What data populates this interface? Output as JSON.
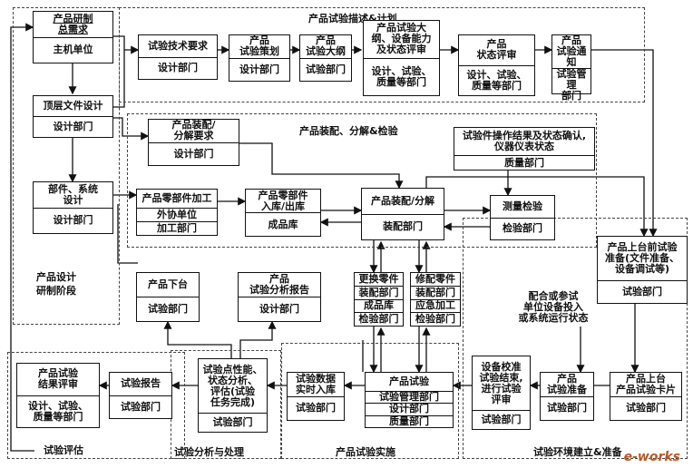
{
  "regions": {
    "plan": "产品试验描述&计划",
    "assembly": "产品装配、分解&检验",
    "design": "产品设计\n研制阶段",
    "evaluation": "试验评估",
    "analysis": "试验分析与处理",
    "execution": "产品试验实施",
    "environment": "试验环境建立&准备"
  },
  "boxes": {
    "demand": {
      "title": "产品研制\n总需求",
      "sub": "主机单位"
    },
    "toplevel": {
      "title": "顶层文件设计",
      "sub": "设计部门"
    },
    "component": {
      "title": "部件、系统\n设计",
      "sub": "设计部门"
    },
    "tech_req": {
      "title": "试验技术要求",
      "sub": "设计部门"
    },
    "plan": {
      "title": "产品\n试验策划",
      "sub": "设计部门"
    },
    "outline": {
      "title": "产品\n试验大纲",
      "sub": "试验部门"
    },
    "big_outline": {
      "title": "产品试验大\n纲、设备能力\n及状态评审",
      "sub": "设计、试验、\n质量等部门"
    },
    "status_review": {
      "title": "产品\n状态评审",
      "sub": "设计、试验、\n质量等部门"
    },
    "notice": {
      "title": "产品\n试验通知",
      "sub": "试验管理\n部门"
    },
    "assembly_req": {
      "title": "产品装配/\n分解要求",
      "sub": "设计部门"
    },
    "confirm": {
      "title": "试验件操作结果及状态确认,\n仪器仪表状态",
      "sub": "质量部门"
    },
    "parts_process": {
      "title": "产品零部件加工",
      "subs": [
        "外协单位",
        "加工部门"
      ]
    },
    "parts_store": {
      "title": "产品零部件\n入库/出库",
      "sub": "成品库"
    },
    "assemble": {
      "title": "产品装配/分解",
      "sub": "装配部门"
    },
    "measure": {
      "title": "测量检验",
      "sub": "检验部门"
    },
    "replace": {
      "title": "更换零件",
      "subs": [
        "装配部门",
        "成品库",
        "检验部门"
      ]
    },
    "repair": {
      "title": "修配零件",
      "subs": [
        "装配部门",
        "应急加工",
        "检验部门"
      ]
    },
    "prepare": {
      "title": "产品上台前试验\n准备(文件准备、\n设备调试等)",
      "sub": "试验部门"
    },
    "cooperate": {
      "title": "配合或参试\n单位设备投入\n或系统运行状态"
    },
    "offstage": {
      "title": "产品下台",
      "sub": "试验部门"
    },
    "analysis_report": {
      "title": "产品\n试验分析报告",
      "sub": "设计部门"
    },
    "result_review": {
      "title": "产品试验\n结果评审",
      "sub": "设计、试验、\n质量等部门"
    },
    "report": {
      "title": "试验报告",
      "sub": "试验部门"
    },
    "perf_analysis": {
      "title": "试验点性能、\n状态分析、\n评估(试验\n任务完成)",
      "sub": "试验部门"
    },
    "data_store": {
      "title": "试验数据\n实时入库",
      "sub": "试验部门"
    },
    "product_test": {
      "title": "产品试验",
      "subs": [
        "试验管理部门",
        "设计部门",
        "质量部门"
      ]
    },
    "calibration": {
      "title": "设备校准\n试验结束,\n进行试验\n评审",
      "sub": "试验部门"
    },
    "product_prep": {
      "title": "产品\n试验准备",
      "sub": "试验部门"
    },
    "card": {
      "title": "产品上台\n产品试验卡片",
      "sub": "试验部门"
    }
  },
  "watermark": "e-works"
}
